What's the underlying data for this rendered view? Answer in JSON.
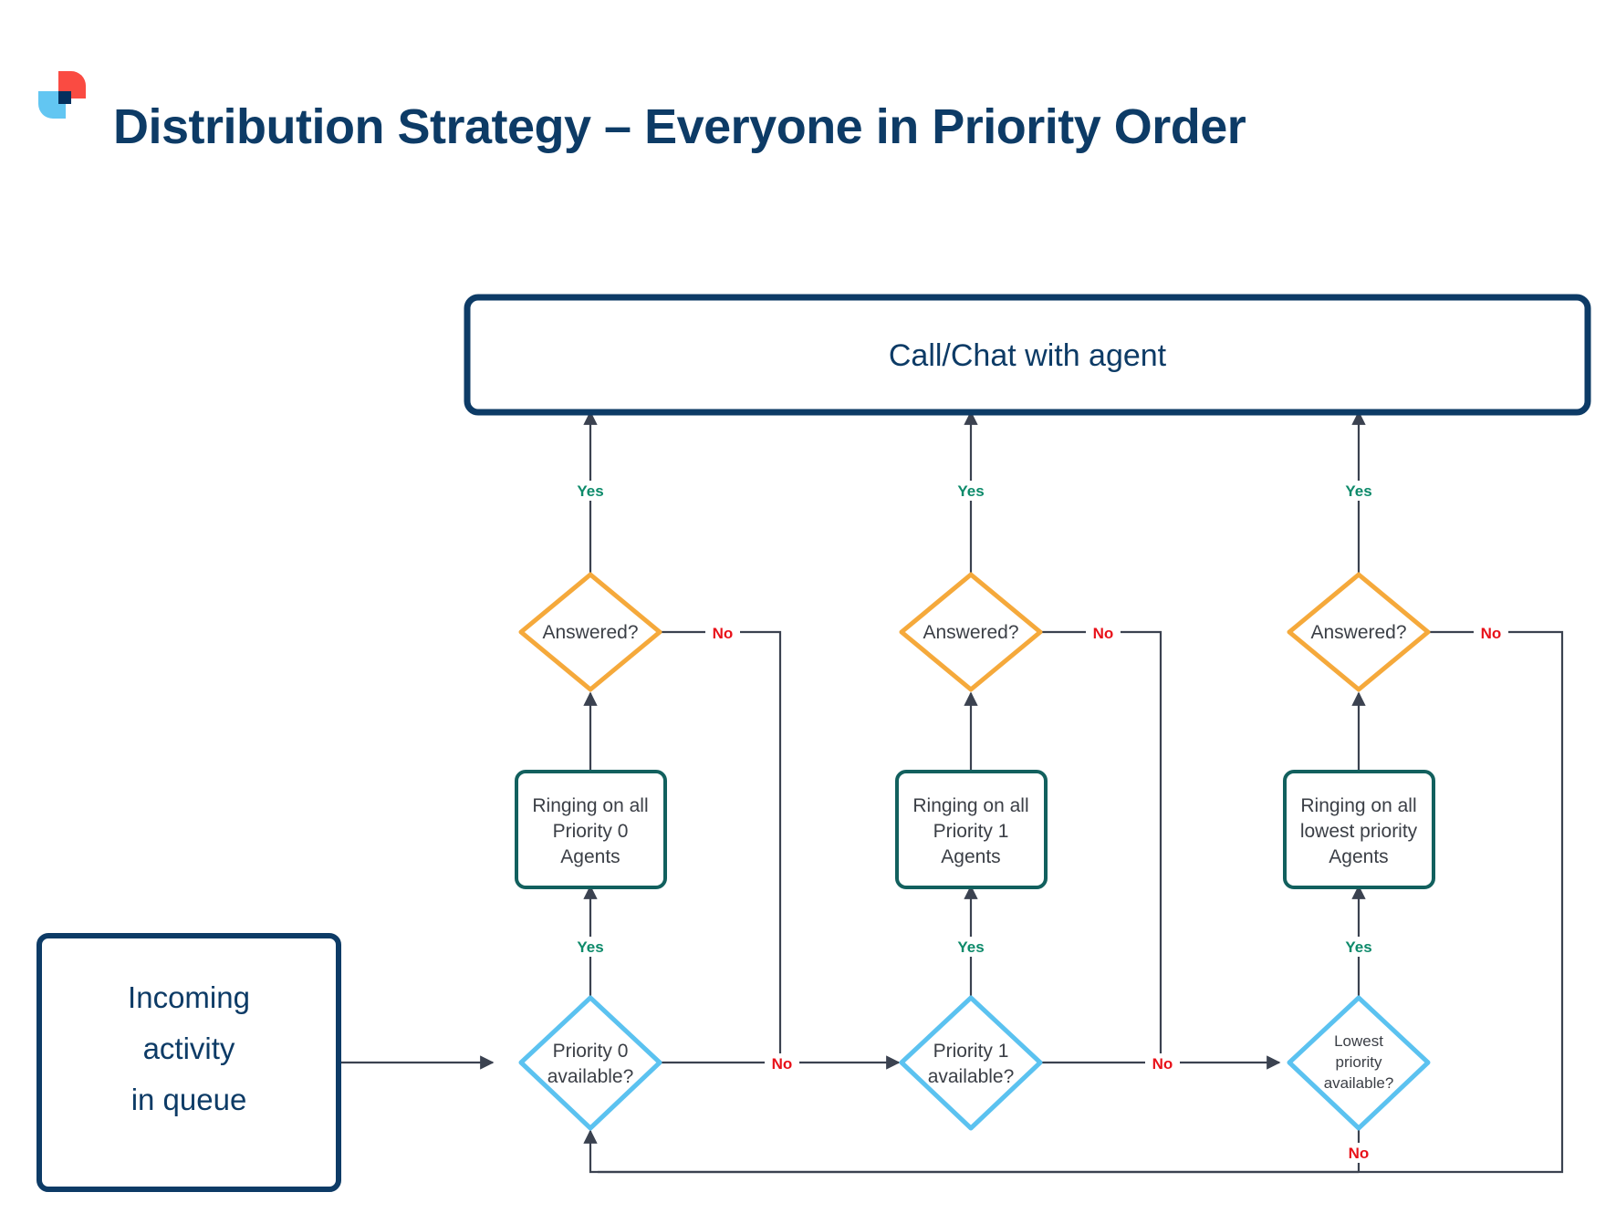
{
  "header": {
    "title": "Distribution Strategy – Everyone in Priority Order",
    "logo_name": "brand-logo"
  },
  "colors": {
    "navy": "#0d3b66",
    "title_navy": "#0d3b66",
    "orange": "#f5a93b",
    "teal": "#12605e",
    "light_blue": "#5bc2f0",
    "yes_green": "#0d8a6a",
    "no_red": "#e8121a",
    "connector": "#3b4250",
    "logo_red": "#fa4b42",
    "logo_blue": "#62c6f2",
    "logo_navy": "#04305e"
  },
  "nodes": {
    "terminal_top": "Call/Chat with agent",
    "queue": "Incoming activity in queue",
    "queue_lines": [
      "Incoming",
      "activity",
      "in queue"
    ],
    "answered": "Answered?",
    "columns": [
      {
        "id": "priority-0",
        "ringing_lines": [
          "Ringing on all",
          "Priority 0",
          "Agents"
        ],
        "decision_lines": [
          "Priority 0",
          "available?"
        ],
        "answered_label": "Answered?"
      },
      {
        "id": "priority-1",
        "ringing_lines": [
          "Ringing on all",
          "Priority 1",
          "Agents"
        ],
        "decision_lines": [
          "Priority 1",
          "available?"
        ],
        "answered_label": "Answered?"
      },
      {
        "id": "lowest-priority",
        "ringing_lines": [
          "Ringing on all",
          "lowest priority",
          "Agents"
        ],
        "decision_lines": [
          "Lowest",
          "priority",
          "available?"
        ],
        "answered_label": "Answered?"
      }
    ]
  },
  "edge_labels": {
    "yes": "Yes",
    "no": "No"
  }
}
